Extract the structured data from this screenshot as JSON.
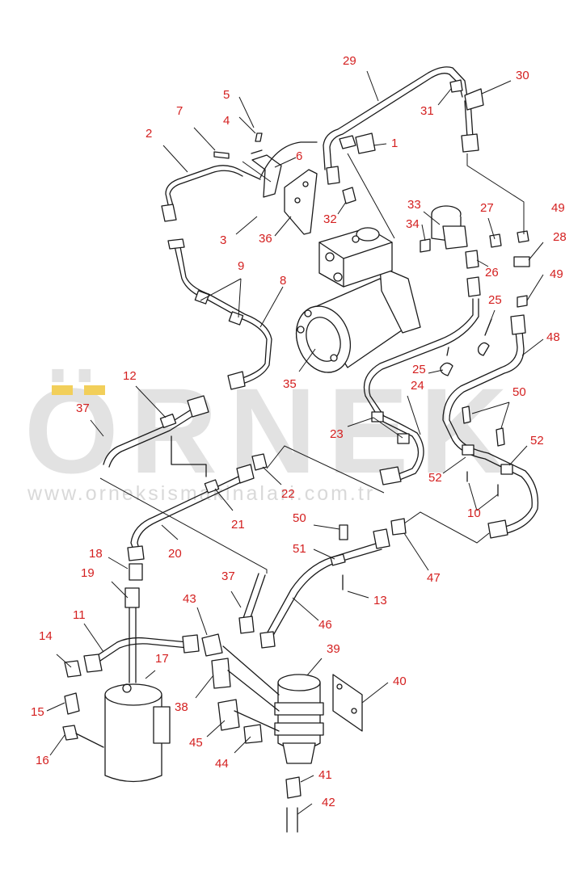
{
  "watermark": {
    "brand": "ÖRNEK",
    "url": "www.orneksismakinalari.com.tr",
    "accent_color": "#f2cf5a",
    "text_color": "#e2e2e2"
  },
  "callout_color": "#d42020",
  "callouts": {
    "c1": "1",
    "c2": "2",
    "c3": "3",
    "c4": "4",
    "c5": "5",
    "c6": "6",
    "c7": "7",
    "c8": "8",
    "c9": "9",
    "c10": "10",
    "c11": "11",
    "c12": "12",
    "c13": "13",
    "c14": "14",
    "c15": "15",
    "c16": "16",
    "c17": "17",
    "c18": "18",
    "c19": "19",
    "c20": "20",
    "c21": "21",
    "c22": "22",
    "c23": "23",
    "c24": "24",
    "c25a": "25",
    "c25b": "25",
    "c26": "26",
    "c27": "27",
    "c28": "28",
    "c29": "29",
    "c30": "30",
    "c31": "31",
    "c32": "32",
    "c33": "33",
    "c34": "34",
    "c35": "35",
    "c36": "36",
    "c37a": "37",
    "c37b": "37",
    "c38": "38",
    "c39": "39",
    "c40": "40",
    "c41": "41",
    "c42": "42",
    "c43": "43",
    "c44": "44",
    "c45": "45",
    "c46": "46",
    "c47": "47",
    "c48": "48",
    "c49a": "49",
    "c49b": "49",
    "c50a": "50",
    "c50b": "50",
    "c51": "51",
    "c52a": "52",
    "c52b": "52"
  }
}
